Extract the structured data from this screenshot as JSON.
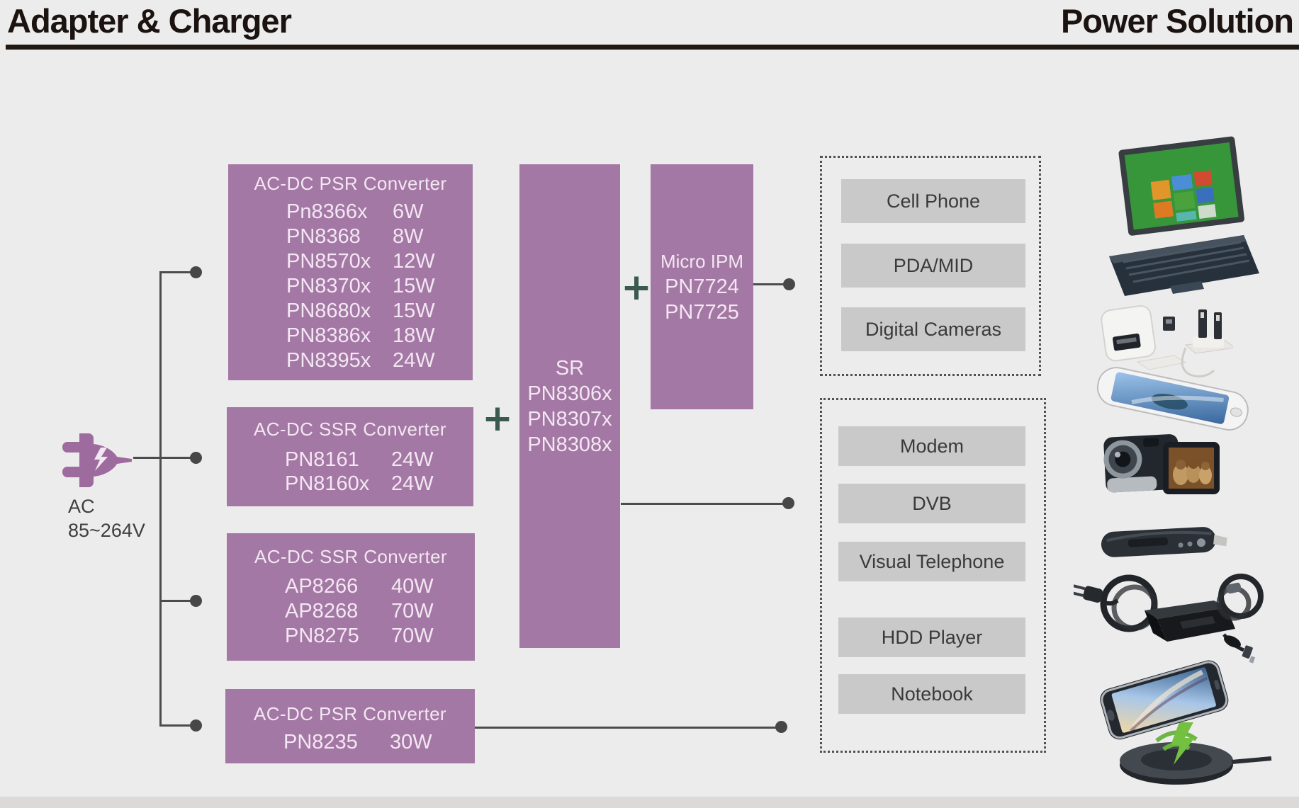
{
  "header": {
    "title_left": "Adapter & Charger",
    "title_right": "Power Solution"
  },
  "source": {
    "ac_label": "AC",
    "voltage_label": "85~264V"
  },
  "plus": "+",
  "converters": [
    {
      "title": "AC-DC PSR Converter",
      "rows": [
        {
          "part": "Pn8366x",
          "watt": "6W"
        },
        {
          "part": "PN8368",
          "watt": "8W"
        },
        {
          "part": "PN8570x",
          "watt": "12W"
        },
        {
          "part": "PN8370x",
          "watt": "15W"
        },
        {
          "part": "PN8680x",
          "watt": "15W"
        },
        {
          "part": "PN8386x",
          "watt": "18W"
        },
        {
          "part": "PN8395x",
          "watt": "24W"
        }
      ]
    },
    {
      "title": "AC-DC SSR Converter",
      "rows": [
        {
          "part": "PN8161",
          "watt": "24W"
        },
        {
          "part": "PN8160x",
          "watt": "24W"
        }
      ]
    },
    {
      "title": "AC-DC SSR Converter",
      "rows": [
        {
          "part": "AP8266",
          "watt": "40W"
        },
        {
          "part": "AP8268",
          "watt": "70W"
        },
        {
          "part": "PN8275",
          "watt": "70W"
        }
      ]
    },
    {
      "title": "AC-DC PSR Converter",
      "rows": [
        {
          "part": "PN8235",
          "watt": "30W"
        }
      ]
    }
  ],
  "sr_box": {
    "title": "SR",
    "parts": [
      "PN8306x",
      "PN8307x",
      "PN8308x"
    ]
  },
  "micro_ipm_box": {
    "title": "Micro IPM",
    "parts": [
      "PN7724",
      "PN7725"
    ]
  },
  "applications": {
    "group1": [
      "Cell Phone",
      "PDA/MID",
      "Digital Cameras"
    ],
    "group2": [
      "Modem",
      "DVB",
      "Visual Telephone",
      "HDD Player",
      "Notebook"
    ]
  },
  "illustrations": [
    "notebook-computer",
    "usb-wall-chargers",
    "smartphone",
    "video-camcorder",
    "hdd-media-player",
    "power-adapter-cables",
    "wireless-charging-phone"
  ],
  "colors": {
    "background": "#edecec",
    "box_purple": "#a478a4",
    "box_text": "#f3e7f3",
    "bar_gray": "#c9c9c9",
    "bar_text": "#3a3a3a",
    "line": "#4c4c4c",
    "plus_green": "#3a5a50",
    "header_black": "#1b1310"
  }
}
